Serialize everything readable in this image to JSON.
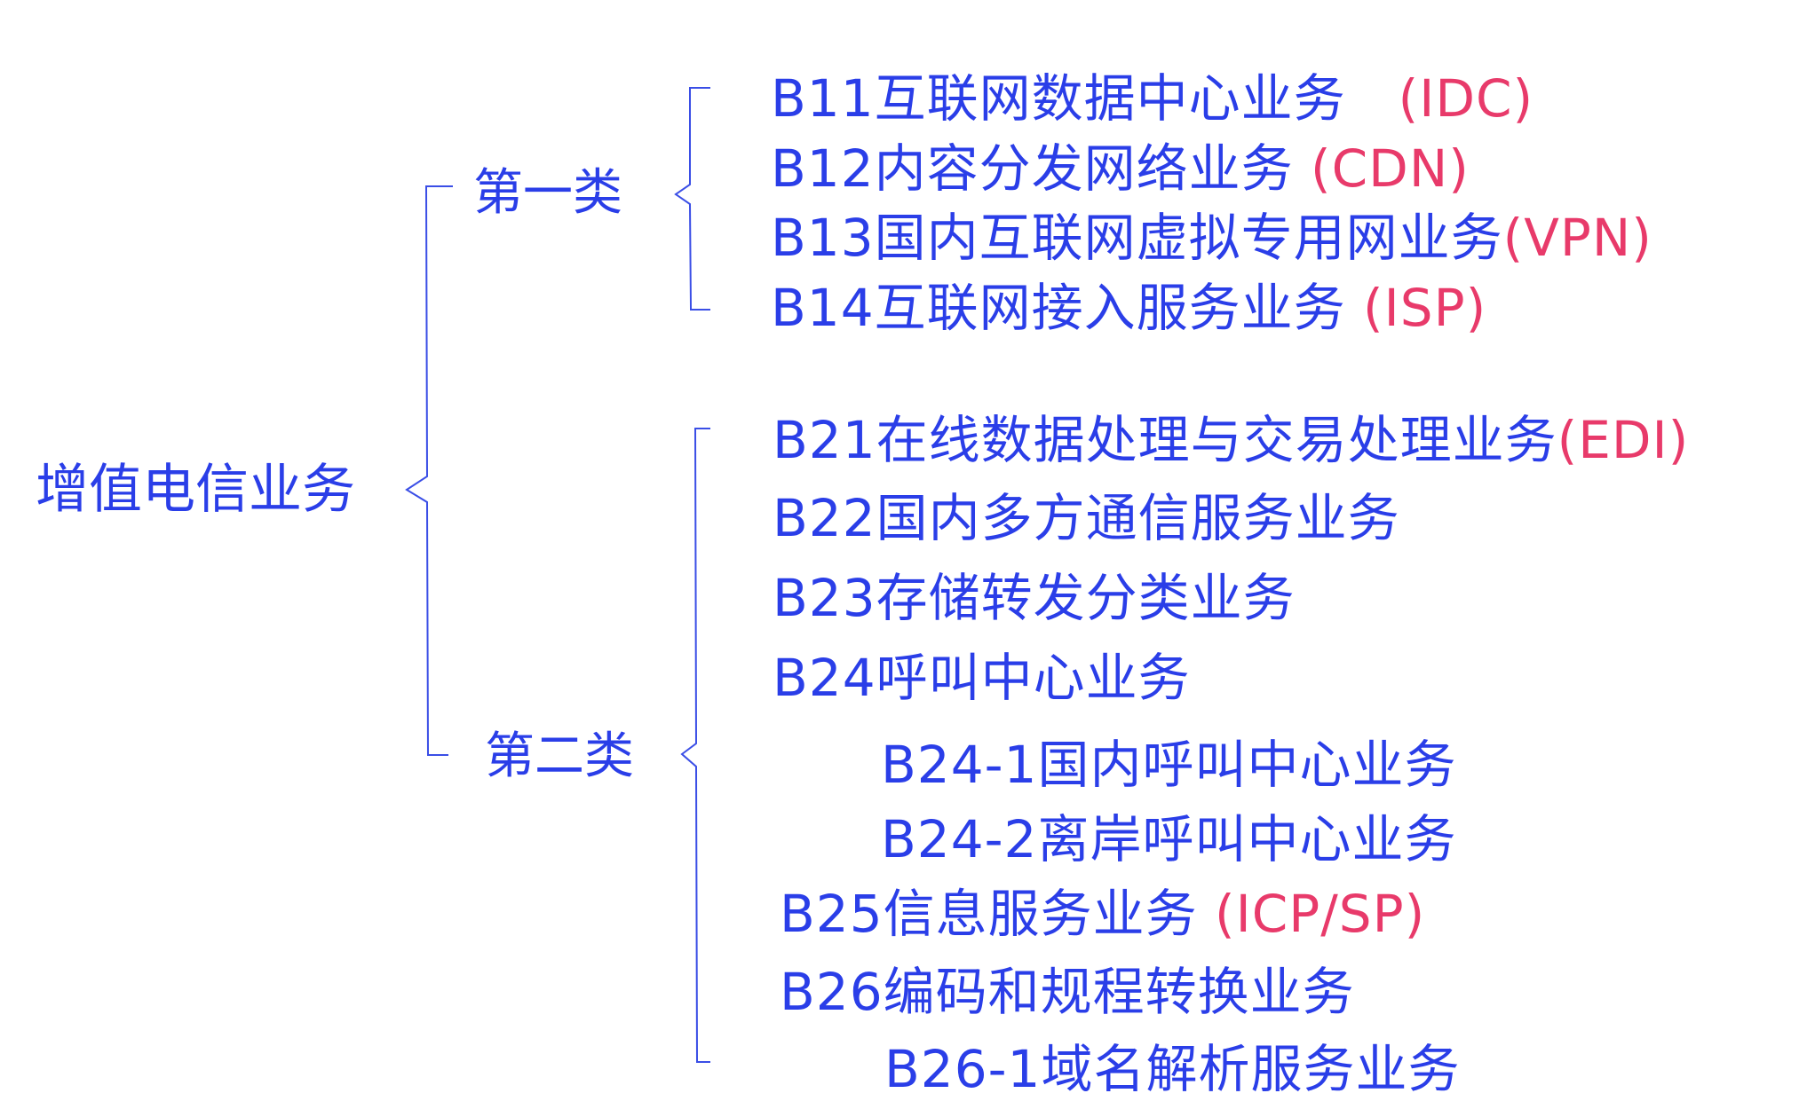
{
  "colors": {
    "text_blue": "#2a3ee8",
    "abbr_red": "#e83a6a",
    "bracket_blue": "#3a4ee6"
  },
  "root": {
    "label": "增值电信业务"
  },
  "categories": [
    {
      "label": "第一类",
      "items": [
        {
          "code": "B11",
          "name": "互联网数据中心业务",
          "gap": "　",
          "abbr": "(IDC)"
        },
        {
          "code": "B12",
          "name": "内容分发网络业务",
          "gap": " ",
          "abbr": "(CDN)"
        },
        {
          "code": "B13",
          "name": "国内互联网虚拟专用网业务",
          "gap": "",
          "abbr": "(VPN)"
        },
        {
          "code": "B14",
          "name": "互联网接入服务业务",
          "gap": " ",
          "abbr": "(ISP)"
        }
      ]
    },
    {
      "label": "第二类",
      "items": [
        {
          "code": "B21",
          "name": "在线数据处理与交易处理业务",
          "gap": "",
          "abbr": "(EDI)"
        },
        {
          "code": "B22",
          "name": "国内多方通信服务业务",
          "gap": "",
          "abbr": ""
        },
        {
          "code": "B23",
          "name": "存储转发分类业务",
          "gap": "",
          "abbr": ""
        },
        {
          "code": "B24",
          "name": "呼叫中心业务",
          "gap": "",
          "abbr": ""
        },
        {
          "code": "B24-1",
          "name": "国内呼叫中心业务",
          "gap": "",
          "abbr": ""
        },
        {
          "code": "B24-2",
          "name": "离岸呼叫中心业务",
          "gap": "",
          "abbr": ""
        },
        {
          "code": "B25",
          "name": "信息服务业务",
          "gap": " ",
          "abbr": "(ICP/SP)"
        },
        {
          "code": "B26",
          "name": "编码和规程转换业务",
          "gap": "",
          "abbr": ""
        },
        {
          "code": "B26-1",
          "name": "域名解析服务业务",
          "gap": "",
          "abbr": ""
        }
      ]
    }
  ]
}
